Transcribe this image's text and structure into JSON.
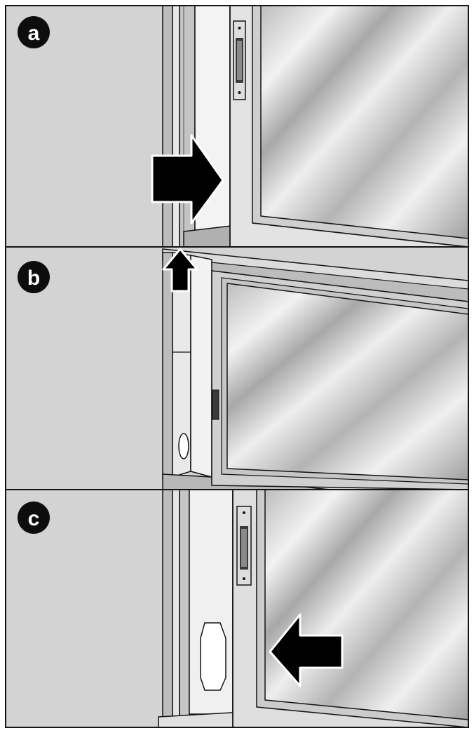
{
  "diagram": {
    "colors": {
      "wall": "#d3d3d3",
      "frame_light": "#e6e6e6",
      "frame_mid": "#bdbdbd",
      "frame_dark": "#8a8a8a",
      "outline": "#141414",
      "glass_light": "#f4f4f4",
      "glass_dark": "#9c9c9c",
      "badge": "#0d0d0d",
      "badge_text": "#ffffff",
      "arrow": "#000000"
    },
    "panels": [
      {
        "id": "a",
        "label": "a",
        "arrow": "right"
      },
      {
        "id": "b",
        "label": "b",
        "arrow": "up"
      },
      {
        "id": "c",
        "label": "c",
        "arrow": "left"
      }
    ]
  }
}
